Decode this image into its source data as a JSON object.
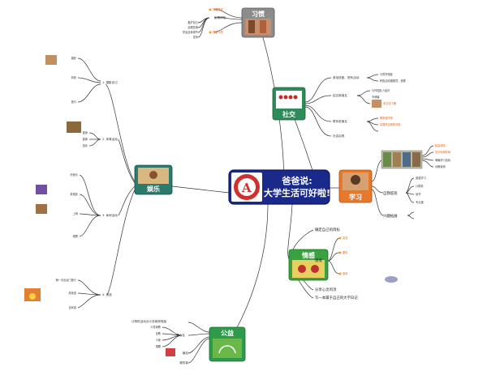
{
  "center": {
    "line1": "爸爸说:",
    "line2": "大学生活可好啦!"
  },
  "categories": {
    "habit": "习惯",
    "social": "社交",
    "study": "学习",
    "emotion": "情感",
    "charity": "公益",
    "entertain": "娱乐"
  },
  "habit": {
    "items": [
      "早睡早起",
      "定期体检",
      "提高气质"
    ],
    "sub": [
      "爱护自己",
      "合理饮食",
      "学会自我调节",
      "坚持"
    ]
  },
  "social": {
    "items": [
      "参加班团、院系活动",
      "结交新朋友",
      "联系老朋友",
      "社会实践"
    ],
    "sub1": [
      "与同学相处",
      "积极活动团委员、班委"
    ],
    "sub2": [
      "与外国友人结识",
      "写博客"
    ],
    "sub3": [
      "多交流了解",
      "联系老同学",
      "定期关注她的动态"
    ]
  },
  "study": {
    "items": [
      "自我提高",
      "兴趣拓展"
    ],
    "sub1": [
      "精益求精",
      "充分利用时间",
      "明确学习目标",
      "请教老师"
    ],
    "sub2": [
      "英语学习",
      "计算机",
      "读书",
      "专业课"
    ]
  },
  "emotion": {
    "items": [
      "确定自己的目标",
      "感情",
      "分享心灵鸡汤",
      "写一本属于自己的大学日记"
    ],
    "sub": [
      "友情",
      "爱情",
      "亲情"
    ]
  },
  "charity": {
    "items": [
      "计算机活动对义务维修电脑",
      "爱心社",
      "献血",
      "服务者"
    ],
    "sub": [
      "义务家教",
      "支教",
      "义卖",
      "捐赠"
    ]
  },
  "entertain": {
    "items": [
      "1. 摄影自己",
      "2. 体育运动",
      "3. 休闲活动",
      "4. 旅游"
    ],
    "sub1": [
      "摄影",
      "风景",
      "旅行"
    ],
    "sub2": [
      "健身",
      "篮球",
      "游泳"
    ],
    "sub3": [
      "听音乐",
      "看电影",
      "上网",
      "唱歌"
    ],
    "sub4": [
      "第一次出远门旅行",
      "周末游",
      "自驾游"
    ]
  }
}
